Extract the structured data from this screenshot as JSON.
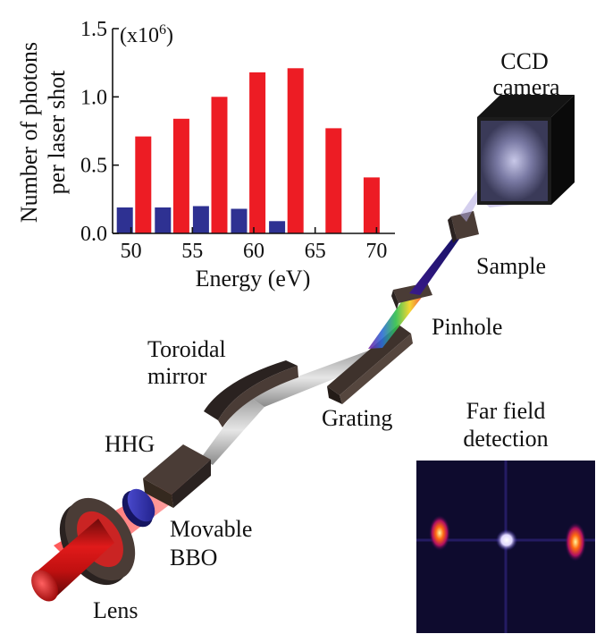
{
  "labels": {
    "ccd_line1": "CCD",
    "ccd_line2": "camera",
    "sample": "Sample",
    "pinhole": "Pinhole",
    "toroidal_line1": "Toroidal",
    "toroidal_line2": "mirror",
    "grating": "Grating",
    "hhg": "HHG",
    "movable_line1": "Movable",
    "movable_line2": "BBO",
    "lens": "Lens",
    "farfield_line1": "Far field",
    "farfield_line2": "detection"
  },
  "chart_data": {
    "type": "bar",
    "xlabel": "Energy (eV)",
    "ylabel_line1": "Number of photons",
    "ylabel_line2": "per laser shot",
    "multiplier_text": "(x10",
    "multiplier_exp": "6",
    "multiplier_close": ")",
    "xlim": [
      48.5,
      71.5
    ],
    "ylim": [
      0,
      1.5
    ],
    "x_ticks": [
      50,
      55,
      60,
      65,
      70
    ],
    "y_ticks": [
      0.0,
      0.5,
      1.0,
      1.5
    ],
    "y_tick_labels": [
      "0.0",
      "0.5",
      "1.0",
      "1.5"
    ],
    "series": [
      {
        "color": "#2e3192",
        "points": [
          [
            49.5,
            0.19
          ],
          [
            52.6,
            0.19
          ],
          [
            55.7,
            0.2
          ],
          [
            58.8,
            0.18
          ],
          [
            61.9,
            0.09
          ]
        ]
      },
      {
        "color": "#ed1c24",
        "points": [
          [
            51.0,
            0.71
          ],
          [
            54.1,
            0.84
          ],
          [
            57.2,
            1.0
          ],
          [
            60.3,
            1.18
          ],
          [
            63.4,
            1.21
          ],
          [
            66.5,
            0.77
          ],
          [
            69.6,
            0.41
          ]
        ]
      }
    ]
  }
}
